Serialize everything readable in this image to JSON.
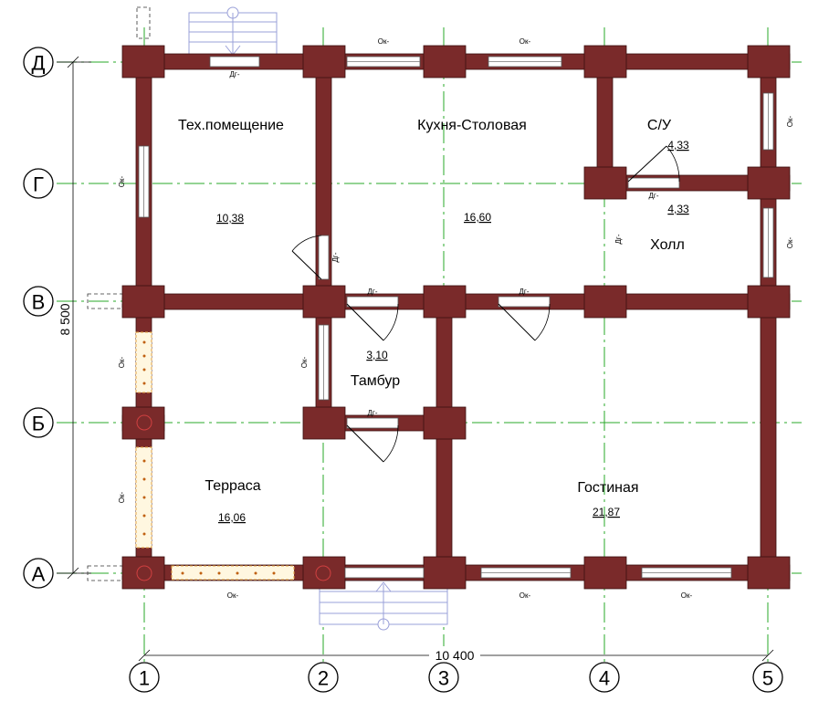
{
  "axes": {
    "rows": [
      {
        "id": "row-d",
        "label": "Д"
      },
      {
        "id": "row-g",
        "label": "Г"
      },
      {
        "id": "row-v",
        "label": "В"
      },
      {
        "id": "row-b",
        "label": "Б"
      },
      {
        "id": "row-a",
        "label": "А"
      }
    ],
    "columns": [
      {
        "id": "col-1",
        "label": "1"
      },
      {
        "id": "col-2",
        "label": "2"
      },
      {
        "id": "col-3",
        "label": "3"
      },
      {
        "id": "col-4",
        "label": "4"
      },
      {
        "id": "col-5",
        "label": "5"
      }
    ]
  },
  "dimensions": {
    "total_width": "10 400",
    "total_height": "8 500"
  },
  "rooms": {
    "tech": {
      "name": "Тех.помещение",
      "area": "10,38"
    },
    "kitchen": {
      "name": "Кухня-Столовая",
      "area": "16,60"
    },
    "wc": {
      "name": "С/У",
      "area": "4,33"
    },
    "hall": {
      "name": "Холл",
      "area": "4,33"
    },
    "vestibule": {
      "name": "Тамбур",
      "area": "3,10"
    },
    "terrace": {
      "name": "Терраса",
      "area": "16,06"
    },
    "living": {
      "name": "Гостиная",
      "area": "21,87"
    }
  },
  "tags": {
    "window": "Ок-",
    "door": "Дг-"
  }
}
